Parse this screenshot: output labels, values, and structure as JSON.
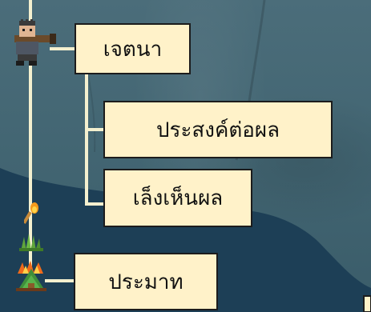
{
  "diagram": {
    "root": {
      "label": "เจตนา",
      "icon": "person-with-bazooka-icon"
    },
    "children": [
      {
        "label": "ประสงค์ต่อผล"
      },
      {
        "label": "เล็งเห็นผล"
      }
    ],
    "icons": [
      "match-stick-icon",
      "grass-tuft-icon",
      "burning-bush-icon"
    ],
    "second_root": {
      "label": "ประมาท"
    }
  },
  "colors": {
    "box_fill": "#fff2c9",
    "box_border": "#1c1c1c",
    "connector": "#f4f0cf",
    "background": "#436673",
    "dark_shape": "#1d3f56"
  }
}
